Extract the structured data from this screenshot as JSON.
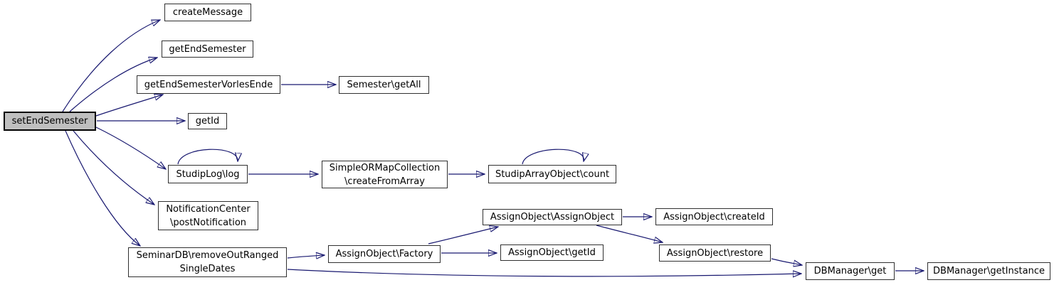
{
  "graph": {
    "type": "call-graph",
    "root": "setEndSemester",
    "colors": {
      "background": "#ffffff",
      "edge": "#191970",
      "node_border": "#303030",
      "node_fill": "#ffffff",
      "root_fill": "#bfbfbf",
      "root_border": "#000000",
      "text": "#000000"
    }
  },
  "nodes": [
    {
      "id": "setEndSemester",
      "label": "setEndSemester",
      "highlighted": true
    },
    {
      "id": "createMessage",
      "label": "createMessage"
    },
    {
      "id": "getEndSemester",
      "label": "getEndSemester"
    },
    {
      "id": "getEndSemesterVorlesEnde",
      "label": "getEndSemesterVorlesEnde"
    },
    {
      "id": "getId",
      "label": "getId"
    },
    {
      "id": "StudipLog\\log",
      "label": "StudipLog\\log"
    },
    {
      "id": "NotificationCenter\\postNotification",
      "label": "NotificationCenter\n\\postNotification"
    },
    {
      "id": "SeminarDB\\removeOutRangedSingleDates",
      "label": "SeminarDB\\removeOutRanged\nSingleDates"
    },
    {
      "id": "Semester\\getAll",
      "label": "Semester\\getAll"
    },
    {
      "id": "SimpleORMapCollection\\createFromArray",
      "label": "SimpleORMapCollection\n\\createFromArray"
    },
    {
      "id": "AssignObject\\Factory",
      "label": "AssignObject\\Factory"
    },
    {
      "id": "StudipArrayObject\\count",
      "label": "StudipArrayObject\\count"
    },
    {
      "id": "AssignObject\\AssignObject",
      "label": "AssignObject\\AssignObject"
    },
    {
      "id": "AssignObject\\getId",
      "label": "AssignObject\\getId"
    },
    {
      "id": "AssignObject\\createId",
      "label": "AssignObject\\createId"
    },
    {
      "id": "AssignObject\\restore",
      "label": "AssignObject\\restore"
    },
    {
      "id": "DBManager\\get",
      "label": "DBManager\\get"
    },
    {
      "id": "DBManager\\getInstance",
      "label": "DBManager\\getInstance"
    }
  ],
  "edges": [
    {
      "from": "setEndSemester",
      "to": "createMessage"
    },
    {
      "from": "setEndSemester",
      "to": "getEndSemester"
    },
    {
      "from": "setEndSemester",
      "to": "getEndSemesterVorlesEnde"
    },
    {
      "from": "setEndSemester",
      "to": "getId"
    },
    {
      "from": "setEndSemester",
      "to": "StudipLog\\log"
    },
    {
      "from": "setEndSemester",
      "to": "NotificationCenter\\postNotification"
    },
    {
      "from": "setEndSemester",
      "to": "SeminarDB\\removeOutRangedSingleDates"
    },
    {
      "from": "getEndSemesterVorlesEnde",
      "to": "Semester\\getAll"
    },
    {
      "from": "StudipLog\\log",
      "to": "StudipLog\\log",
      "self": true
    },
    {
      "from": "StudipLog\\log",
      "to": "SimpleORMapCollection\\createFromArray"
    },
    {
      "from": "SimpleORMapCollection\\createFromArray",
      "to": "StudipArrayObject\\count"
    },
    {
      "from": "StudipArrayObject\\count",
      "to": "StudipArrayObject\\count",
      "self": true
    },
    {
      "from": "SeminarDB\\removeOutRangedSingleDates",
      "to": "AssignObject\\Factory"
    },
    {
      "from": "SeminarDB\\removeOutRangedSingleDates",
      "to": "DBManager\\get"
    },
    {
      "from": "AssignObject\\Factory",
      "to": "AssignObject\\AssignObject"
    },
    {
      "from": "AssignObject\\Factory",
      "to": "AssignObject\\getId"
    },
    {
      "from": "AssignObject\\AssignObject",
      "to": "AssignObject\\createId"
    },
    {
      "from": "AssignObject\\AssignObject",
      "to": "AssignObject\\restore"
    },
    {
      "from": "AssignObject\\restore",
      "to": "DBManager\\get"
    },
    {
      "from": "DBManager\\get",
      "to": "DBManager\\getInstance"
    }
  ]
}
